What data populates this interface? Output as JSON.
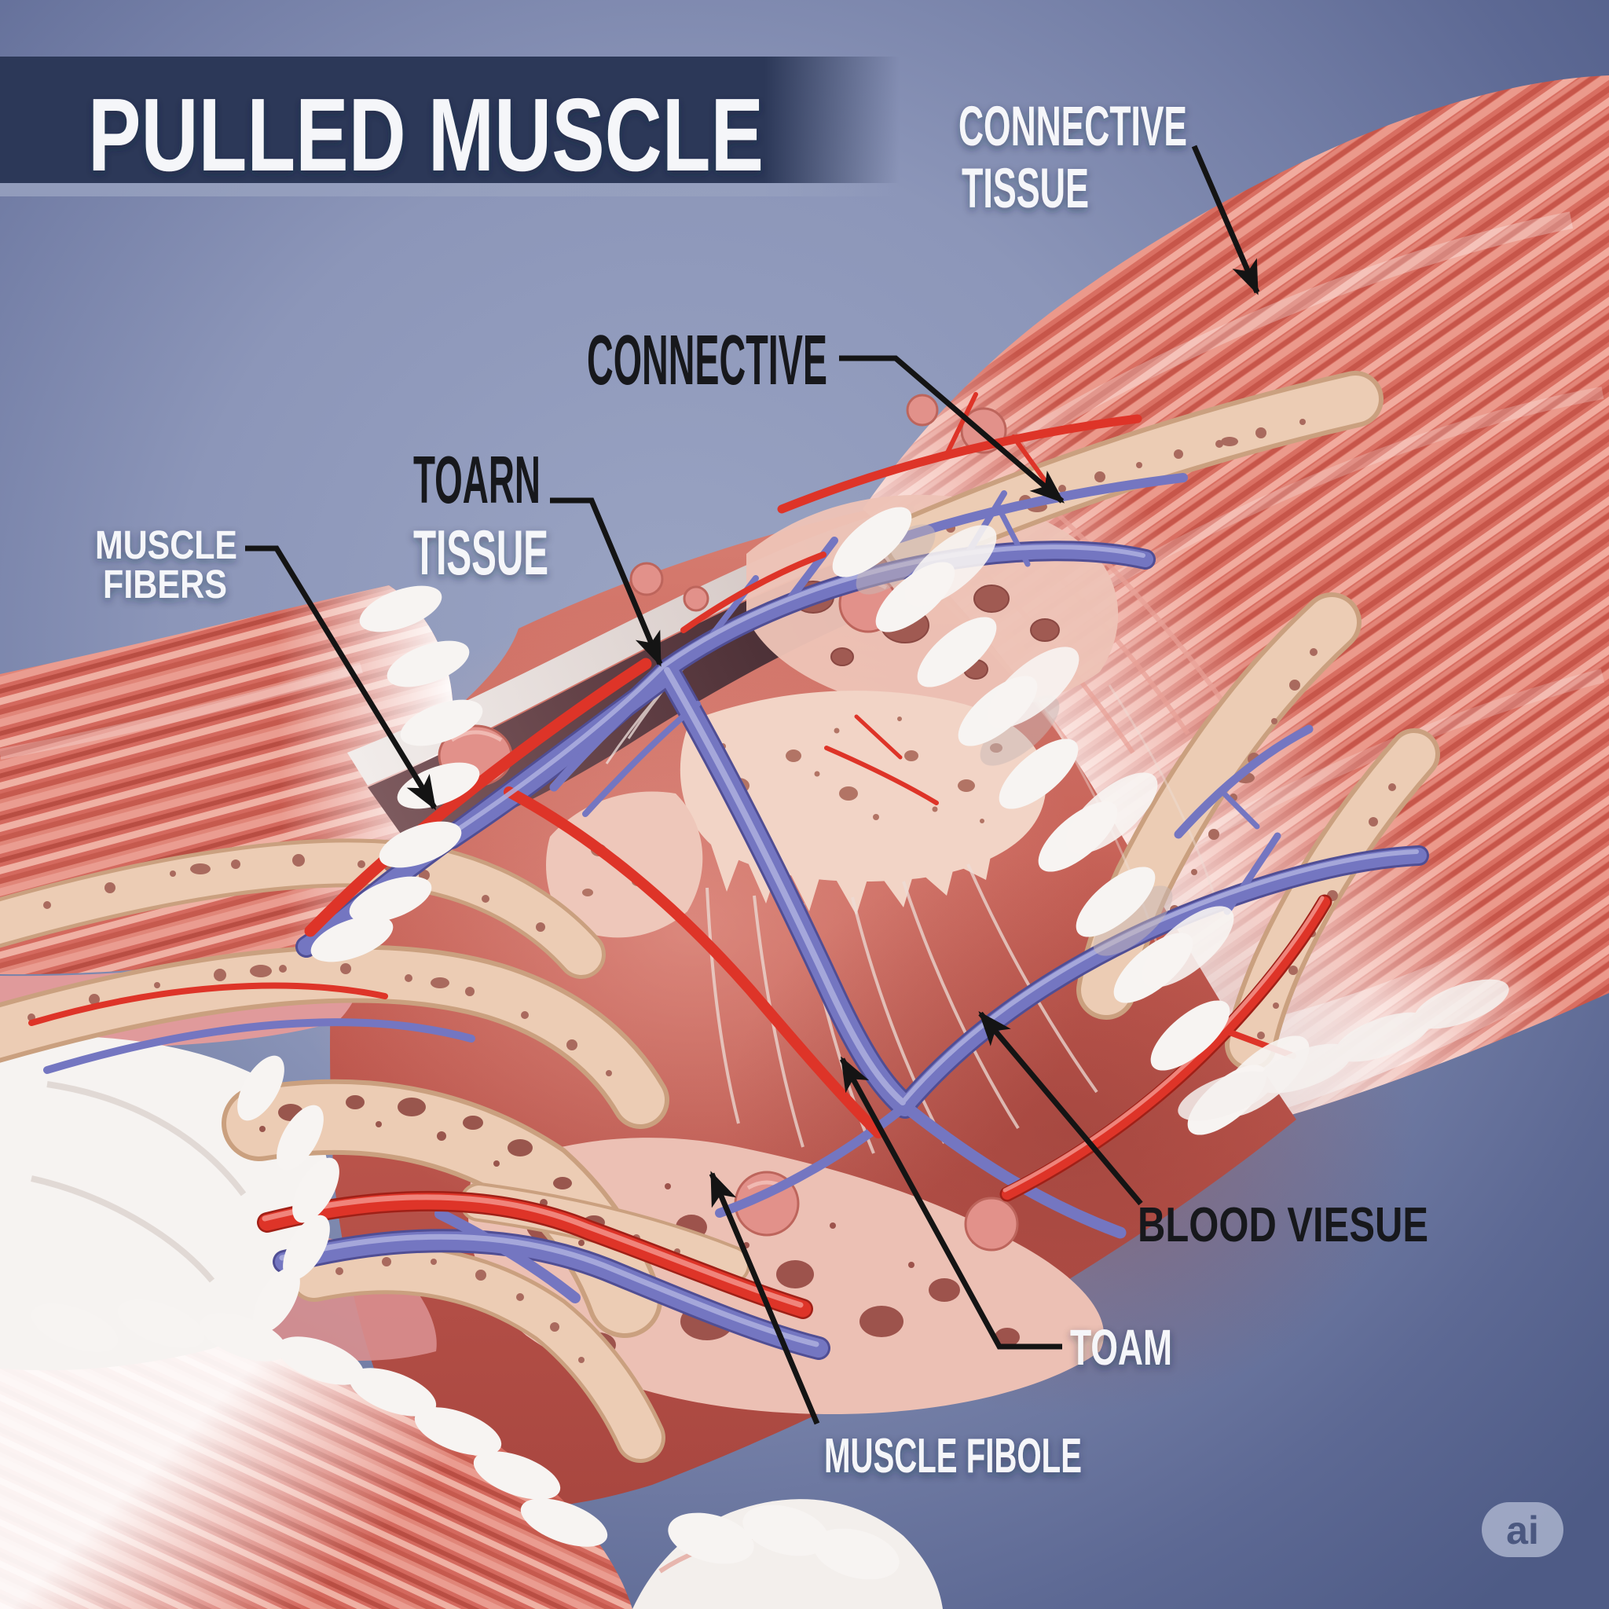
{
  "title": {
    "text": "PULLED MUSCLE"
  },
  "labels": {
    "connective_tissue": {
      "line1": "CONNECTIVE",
      "line2": "TISSUE"
    },
    "connective": {
      "text": "CONNECTIVE"
    },
    "toarn_tissue": {
      "line1": "TOARN",
      "line2": "TISSUE"
    },
    "muscle_fibers": {
      "line1": "MUSCLE",
      "line2": "FIBERS"
    },
    "blood_viesue": {
      "text": "BLOOD VIESUE"
    },
    "toam": {
      "text": "TOAM"
    },
    "muscle_fibole": {
      "text": "MUSCLE FIBOLE"
    }
  },
  "watermark": {
    "text": "ai"
  },
  "palette": {
    "background-mid": "#97a1c0",
    "background-edge": "#4e5b86",
    "banner-navy": "#2c3858",
    "label-white": "#f5f6f9",
    "label-black": "#17181c",
    "arrow-black": "#141414",
    "muscle-red": "#d96f62",
    "muscle-highlight": "#f3b4a8",
    "muscle-shadow": "#c05448",
    "tendon-white": "#f6f3f1",
    "fascia-tan": "#ecccb4",
    "fascia-pore": "#a0635a",
    "vessel-purple": "#7476c1",
    "vessel-red": "#de3428",
    "tear-pink": "#cf675d",
    "watermark-pill": "#a7b0cb",
    "watermark-text": "#4b5880"
  }
}
